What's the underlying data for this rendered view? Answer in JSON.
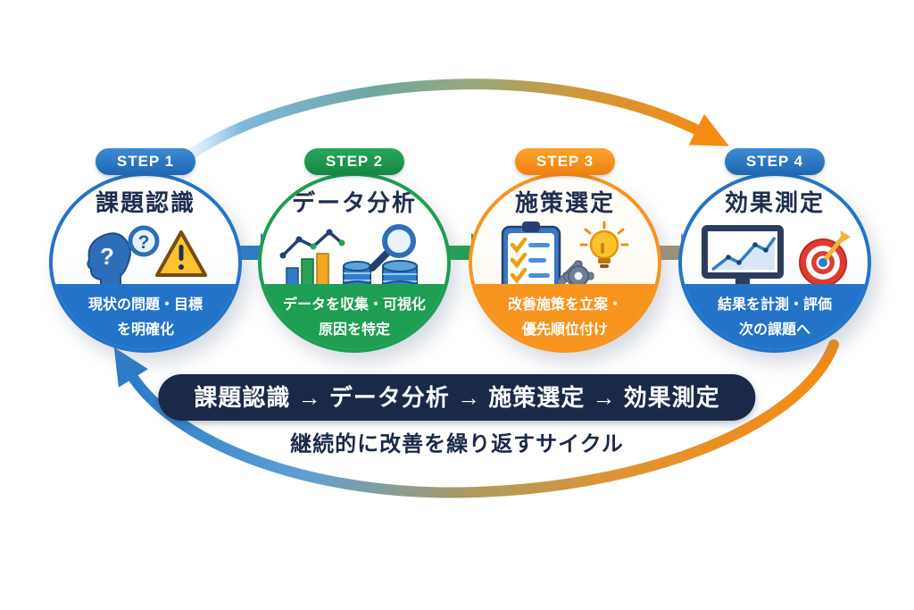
{
  "steps": [
    {
      "badge": "STEP 1",
      "title": "課題認識",
      "desc1": "現状の問題・目標",
      "desc2": "を明確化",
      "color": "#2374c8",
      "icons": [
        "thinking-head-icon",
        "question-badge-icon",
        "warning-triangle-icon"
      ]
    },
    {
      "badge": "STEP 2",
      "title": "データ分析",
      "desc1": "データを収集・可視化",
      "desc2": "原因を特定",
      "color": "#1d9e52",
      "icons": [
        "bar-line-chart-icon",
        "database-icon",
        "magnifier-icon"
      ]
    },
    {
      "badge": "STEP 3",
      "title": "施策選定",
      "desc1": "改善施策を立案・",
      "desc2": "優先順位付け",
      "color": "#f7941e",
      "icons": [
        "checklist-icon",
        "gear-icon",
        "lightbulb-icon"
      ]
    },
    {
      "badge": "STEP 4",
      "title": "効果測定",
      "desc1": "結果を計測・評価",
      "desc2": "次の課題へ",
      "color": "#2374c8",
      "icons": [
        "monitor-chart-icon",
        "target-icon"
      ]
    }
  ],
  "flow": {
    "summary": "課題認識 → データ分析 → 施策選定 → 効果測定",
    "caption": "継続的に改善を繰り返すサイクル",
    "summary_bg": "#1a2947",
    "arrow_colors": [
      "#2b7cc9",
      "#22a055",
      "#a0937f"
    ],
    "top_arc_gradient": [
      "#7db7e0",
      "#9aa878",
      "#f68b12"
    ],
    "bottom_arc_gradient": [
      "#f68b12",
      "#b09a5c",
      "#2a7cc7"
    ]
  }
}
